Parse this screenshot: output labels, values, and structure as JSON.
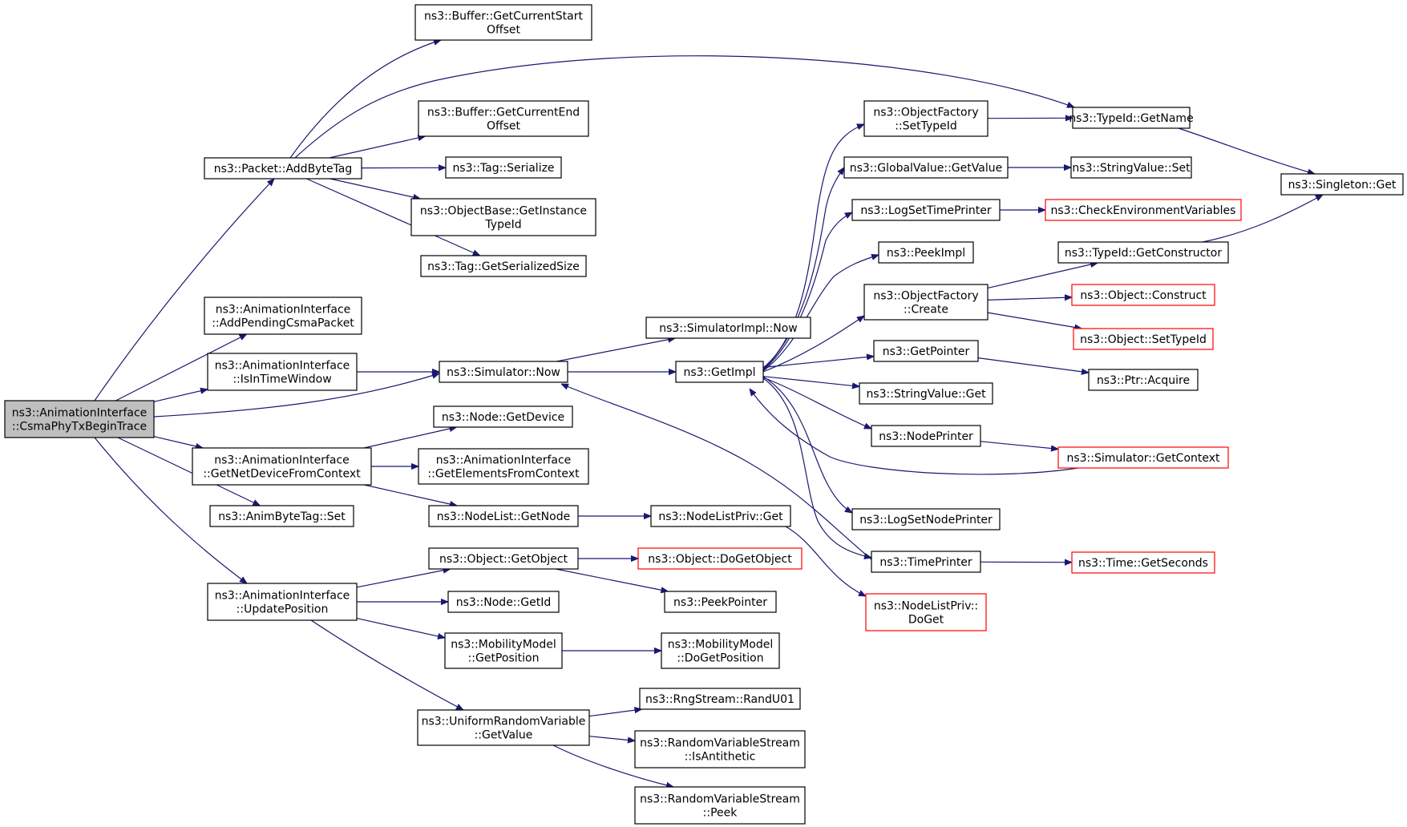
{
  "nodes": [
    {
      "id": "root",
      "lines": [
        "ns3::AnimationInterface",
        "::CsmaPhyTxBeginTrace"
      ],
      "highlight": true,
      "red": false
    },
    {
      "id": "addbytetag",
      "lines": [
        "ns3::Packet::AddByteTag"
      ],
      "red": false
    },
    {
      "id": "addpending",
      "lines": [
        "ns3::AnimationInterface",
        "::AddPendingCsmaPacket"
      ],
      "red": false
    },
    {
      "id": "istimewindow",
      "lines": [
        "ns3::AnimationInterface",
        "::IsInTimeWindow"
      ],
      "red": false
    },
    {
      "id": "getnetdevice",
      "lines": [
        "ns3::AnimationInterface",
        "::GetNetDeviceFromContext"
      ],
      "red": false
    },
    {
      "id": "animbytetagset",
      "lines": [
        "ns3::AnimByteTag::Set"
      ],
      "red": false
    },
    {
      "id": "updateposition",
      "lines": [
        "ns3::AnimationInterface",
        "::UpdatePosition"
      ],
      "red": false
    },
    {
      "id": "getcurrentstart",
      "lines": [
        "ns3::Buffer::GetCurrentStart",
        "Offset"
      ],
      "red": false
    },
    {
      "id": "getcurrentend",
      "lines": [
        "ns3::Buffer::GetCurrentEnd",
        "Offset"
      ],
      "red": false
    },
    {
      "id": "tagserialize",
      "lines": [
        "ns3::Tag::Serialize"
      ],
      "red": false
    },
    {
      "id": "getinstancetypeid",
      "lines": [
        "ns3::ObjectBase::GetInstance",
        "TypeId"
      ],
      "red": false
    },
    {
      "id": "getserializedsize",
      "lines": [
        "ns3::Tag::GetSerializedSize"
      ],
      "red": false
    },
    {
      "id": "simulatornow",
      "lines": [
        "ns3::Simulator::Now"
      ],
      "red": false
    },
    {
      "id": "nodegetdevice",
      "lines": [
        "ns3::Node::GetDevice"
      ],
      "red": false
    },
    {
      "id": "getelements",
      "lines": [
        "ns3::AnimationInterface",
        "::GetElementsFromContext"
      ],
      "red": false
    },
    {
      "id": "nodelistgetnode",
      "lines": [
        "ns3::NodeList::GetNode"
      ],
      "red": false
    },
    {
      "id": "objectgetobject",
      "lines": [
        "ns3::Object::GetObject"
      ],
      "red": false
    },
    {
      "id": "nodegetid",
      "lines": [
        "ns3::Node::GetId"
      ],
      "red": false
    },
    {
      "id": "mobilitygetposition",
      "lines": [
        "ns3::MobilityModel",
        "::GetPosition"
      ],
      "red": false
    },
    {
      "id": "uniformgetvalue",
      "lines": [
        "ns3::UniformRandomVariable",
        "::GetValue"
      ],
      "red": false
    },
    {
      "id": "simimplnow",
      "lines": [
        "ns3::SimulatorImpl::Now"
      ],
      "red": false
    },
    {
      "id": "getimpl",
      "lines": [
        "ns3::GetImpl"
      ],
      "red": false
    },
    {
      "id": "nodelistprivget",
      "lines": [
        "ns3::NodeListPriv::Get"
      ],
      "red": false
    },
    {
      "id": "dogetobject",
      "lines": [
        "ns3::Object::DoGetObject"
      ],
      "red": true
    },
    {
      "id": "peekpointer",
      "lines": [
        "ns3::PeekPointer"
      ],
      "red": false
    },
    {
      "id": "dogetposition",
      "lines": [
        "ns3::MobilityModel",
        "::DoGetPosition"
      ],
      "red": false
    },
    {
      "id": "randu01",
      "lines": [
        "ns3::RngStream::RandU01"
      ],
      "red": false
    },
    {
      "id": "isantithetic",
      "lines": [
        "ns3::RandomVariableStream",
        "::IsAntithetic"
      ],
      "red": false
    },
    {
      "id": "rvspeek",
      "lines": [
        "ns3::RandomVariableStream",
        "::Peek"
      ],
      "red": false
    },
    {
      "id": "ofsettypeid",
      "lines": [
        "ns3::ObjectFactory",
        "::SetTypeId"
      ],
      "red": false
    },
    {
      "id": "globalgetvalue",
      "lines": [
        "ns3::GlobalValue::GetValue"
      ],
      "red": false
    },
    {
      "id": "logsettimeprinter",
      "lines": [
        "ns3::LogSetTimePrinter"
      ],
      "red": false
    },
    {
      "id": "peekimpl",
      "lines": [
        "ns3::PeekImpl"
      ],
      "red": false
    },
    {
      "id": "ofcreate",
      "lines": [
        "ns3::ObjectFactory",
        "::Create"
      ],
      "red": false
    },
    {
      "id": "getpointer",
      "lines": [
        "ns3::GetPointer"
      ],
      "red": false
    },
    {
      "id": "stringvalueget",
      "lines": [
        "ns3::StringValue::Get"
      ],
      "red": false
    },
    {
      "id": "nodeprinter",
      "lines": [
        "ns3::NodePrinter"
      ],
      "red": false
    },
    {
      "id": "logsetnodeprinter",
      "lines": [
        "ns3::LogSetNodePrinter"
      ],
      "red": false
    },
    {
      "id": "timeprinter",
      "lines": [
        "ns3::TimePrinter"
      ],
      "red": false
    },
    {
      "id": "nodelistprivdoget",
      "lines": [
        "ns3::NodeListPriv::",
        "DoGet"
      ],
      "red": true
    },
    {
      "id": "typeidgetname",
      "lines": [
        "ns3::TypeId::GetName"
      ],
      "red": false
    },
    {
      "id": "stringvalueset",
      "lines": [
        "ns3::StringValue::Set"
      ],
      "red": false
    },
    {
      "id": "checkenv",
      "lines": [
        "ns3::CheckEnvironmentVariables"
      ],
      "red": true
    },
    {
      "id": "typeidgetconstructor",
      "lines": [
        "ns3::TypeId::GetConstructor"
      ],
      "red": false
    },
    {
      "id": "objectconstruct",
      "lines": [
        "ns3::Object::Construct"
      ],
      "red": true
    },
    {
      "id": "objectsettypeid",
      "lines": [
        "ns3::Object::SetTypeId"
      ],
      "red": true
    },
    {
      "id": "ptracquire",
      "lines": [
        "ns3::Ptr::Acquire"
      ],
      "red": false
    },
    {
      "id": "simgetcontext",
      "lines": [
        "ns3::Simulator::GetContext"
      ],
      "red": true
    },
    {
      "id": "timegetseconds",
      "lines": [
        "ns3::Time::GetSeconds"
      ],
      "red": true
    },
    {
      "id": "singletonget",
      "lines": [
        "ns3::Singleton::Get"
      ],
      "red": false
    }
  ],
  "edges": [
    [
      "root",
      "addbytetag"
    ],
    [
      "root",
      "addpending"
    ],
    [
      "root",
      "istimewindow"
    ],
    [
      "root",
      "simulatornow"
    ],
    [
      "root",
      "getnetdevice"
    ],
    [
      "root",
      "animbytetagset"
    ],
    [
      "root",
      "updateposition"
    ],
    [
      "addbytetag",
      "getcurrentstart"
    ],
    [
      "addbytetag",
      "typeidgetname"
    ],
    [
      "addbytetag",
      "getcurrentend"
    ],
    [
      "addbytetag",
      "tagserialize"
    ],
    [
      "addbytetag",
      "getinstancetypeid"
    ],
    [
      "addbytetag",
      "getserializedsize"
    ],
    [
      "istimewindow",
      "simulatornow"
    ],
    [
      "getnetdevice",
      "nodegetdevice"
    ],
    [
      "getnetdevice",
      "getelements"
    ],
    [
      "getnetdevice",
      "nodelistgetnode"
    ],
    [
      "updateposition",
      "objectgetobject"
    ],
    [
      "updateposition",
      "nodegetid"
    ],
    [
      "updateposition",
      "mobilitygetposition"
    ],
    [
      "updateposition",
      "uniformgetvalue"
    ],
    [
      "simulatornow",
      "simimplnow"
    ],
    [
      "simulatornow",
      "getimpl"
    ],
    [
      "nodelistgetnode",
      "nodelistprivget"
    ],
    [
      "nodelistprivget",
      "nodelistprivdoget"
    ],
    [
      "objectgetobject",
      "dogetobject"
    ],
    [
      "objectgetobject",
      "peekpointer"
    ],
    [
      "mobilitygetposition",
      "dogetposition"
    ],
    [
      "uniformgetvalue",
      "randu01"
    ],
    [
      "uniformgetvalue",
      "isantithetic"
    ],
    [
      "uniformgetvalue",
      "rvspeek"
    ],
    [
      "getimpl",
      "ofsettypeid"
    ],
    [
      "getimpl",
      "globalgetvalue"
    ],
    [
      "getimpl",
      "logsettimeprinter"
    ],
    [
      "getimpl",
      "peekimpl"
    ],
    [
      "getimpl",
      "ofcreate"
    ],
    [
      "getimpl",
      "getpointer"
    ],
    [
      "getimpl",
      "stringvalueget"
    ],
    [
      "getimpl",
      "nodeprinter"
    ],
    [
      "getimpl",
      "logsetnodeprinter"
    ],
    [
      "getimpl",
      "timeprinter"
    ],
    [
      "ofsettypeid",
      "typeidgetname"
    ],
    [
      "globalgetvalue",
      "stringvalueset"
    ],
    [
      "logsettimeprinter",
      "checkenv"
    ],
    [
      "ofcreate",
      "typeidgetconstructor"
    ],
    [
      "ofcreate",
      "objectconstruct"
    ],
    [
      "ofcreate",
      "objectsettypeid"
    ],
    [
      "getpointer",
      "ptracquire"
    ],
    [
      "nodeprinter",
      "simgetcontext"
    ],
    [
      "simgetcontext",
      "getimpl"
    ],
    [
      "timeprinter",
      "simulatornow"
    ],
    [
      "timeprinter",
      "timegetseconds"
    ],
    [
      "typeidgetname",
      "singletonget"
    ],
    [
      "typeidgetconstructor",
      "singletonget"
    ]
  ]
}
